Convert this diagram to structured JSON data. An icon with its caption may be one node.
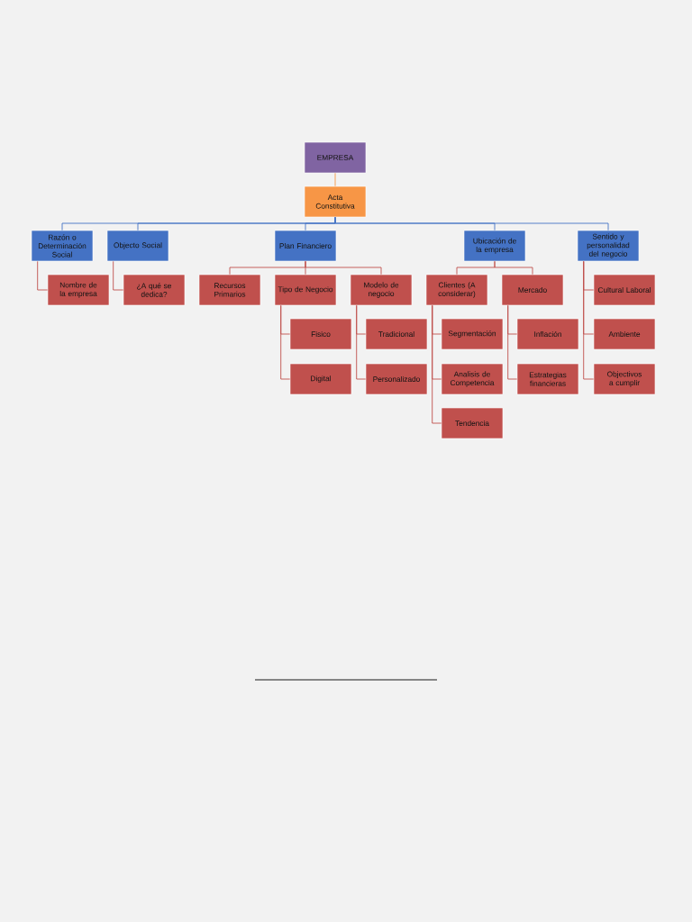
{
  "diagram": {
    "nodes": [
      {
        "text": [
          "EMPRESA"
        ]
      },
      {
        "text": [
          "Acta Constitutiva"
        ]
      },
      {
        "text": [
          "Razón o Determinación Social"
        ]
      },
      {
        "text": [
          "Objecto Social"
        ]
      },
      {
        "text": [
          "Plan Financiero"
        ]
      },
      {
        "text": [
          "Ubicación de la empresa"
        ]
      },
      {
        "text": [
          "Sentido y personalidad del negocio"
        ]
      },
      {
        "text": [
          "Nombre de la empresa"
        ]
      },
      {
        "text": [
          "¿A qué se dedica?"
        ]
      },
      {
        "text": [
          "Recursos Primarios"
        ]
      },
      {
        "text": [
          "Tipo de Negocio"
        ]
      },
      {
        "text": [
          "Modelo de negocio"
        ]
      },
      {
        "text": [
          "Clientes (A considerar)"
        ]
      },
      {
        "text": [
          "Mercado"
        ]
      },
      {
        "text": [
          "Cultural Laboral"
        ]
      },
      {
        "text": [
          "Fisico"
        ]
      },
      {
        "text": [
          "Digital"
        ]
      },
      {
        "text": [
          "Tradicional"
        ]
      },
      {
        "text": [
          "Personalizado"
        ]
      },
      {
        "text": [
          "Segmentación"
        ]
      },
      {
        "text": [
          "Analisis de Competencia"
        ]
      },
      {
        "text": [
          "Tendencia"
        ]
      },
      {
        "text": [
          "Inflación"
        ]
      },
      {
        "text": [
          "Estrategias financieras"
        ]
      },
      {
        "text": [
          "Ambiente"
        ]
      },
      {
        "text": [
          "Objectivos a cumplir"
        ]
      }
    ],
    "edges": [
      {
        "from": 0,
        "to": 1,
        "arrow": "none",
        "color": "#f79646"
      },
      {
        "from": 1,
        "to": 2,
        "arrow": "none",
        "color": "#4472c4"
      },
      {
        "from": 1,
        "to": 3,
        "arrow": "none",
        "color": "#4472c4"
      },
      {
        "from": 1,
        "to": 4,
        "arrow": "none",
        "color": "#4472c4"
      },
      {
        "from": 1,
        "to": 5,
        "arrow": "none",
        "color": "#4472c4"
      },
      {
        "from": 1,
        "to": 6,
        "arrow": "none",
        "color": "#4472c4"
      },
      {
        "from": 2,
        "to": 7,
        "arrow": "none"
      },
      {
        "from": 3,
        "to": 8,
        "arrow": "none"
      },
      {
        "from": 4,
        "to": 9,
        "arrow": "none"
      },
      {
        "from": 4,
        "to": 10,
        "arrow": "none"
      },
      {
        "from": 4,
        "to": 11,
        "arrow": "none"
      },
      {
        "from": 10,
        "to": 15,
        "arrow": "none"
      },
      {
        "from": 10,
        "to": 16,
        "arrow": "none"
      },
      {
        "from": 11,
        "to": 17,
        "arrow": "none"
      },
      {
        "from": 11,
        "to": 18,
        "arrow": "none"
      },
      {
        "from": 5,
        "to": 12,
        "arrow": "none"
      },
      {
        "from": 5,
        "to": 13,
        "arrow": "none"
      },
      {
        "from": 12,
        "to": 19,
        "arrow": "none"
      },
      {
        "from": 12,
        "to": 20,
        "arrow": "none"
      },
      {
        "from": 12,
        "to": 21,
        "arrow": "none"
      },
      {
        "from": 13,
        "to": 22,
        "arrow": "none"
      },
      {
        "from": 13,
        "to": 23,
        "arrow": "none"
      },
      {
        "from": 6,
        "to": 14,
        "arrow": "none"
      },
      {
        "from": 6,
        "to": 24,
        "arrow": "none"
      },
      {
        "from": 6,
        "to": 25,
        "arrow": "none"
      }
    ]
  }
}
